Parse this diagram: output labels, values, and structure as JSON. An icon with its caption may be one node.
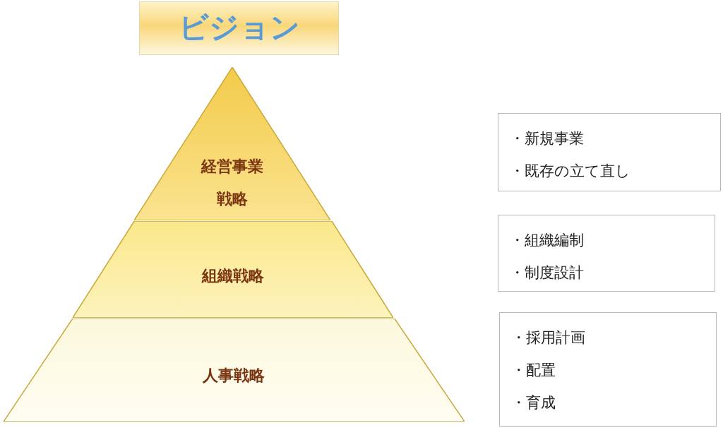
{
  "diagram": {
    "nodes": [
      {
        "text": [
          "ビジョン"
        ]
      },
      {
        "text": [
          "経営事業戦略"
        ]
      },
      {
        "text": [
          "組織戦略"
        ]
      },
      {
        "text": [
          "人事戦略"
        ]
      },
      {
        "text": [
          "・新規事業",
          "・既存の立て直し"
        ]
      },
      {
        "text": [
          "・組織編制",
          "・制度設計"
        ]
      },
      {
        "text": [
          "・採用計画",
          "・配置",
          "・育成"
        ]
      }
    ]
  }
}
